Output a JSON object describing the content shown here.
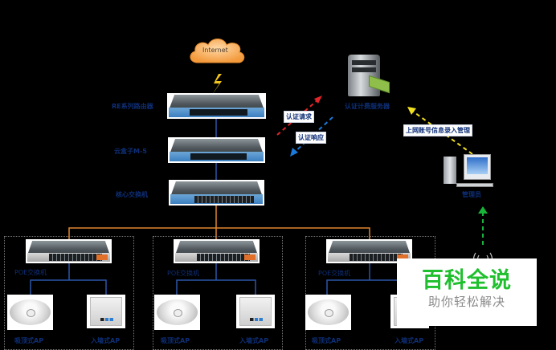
{
  "diagram": {
    "internet_label": "Internet",
    "core": {
      "router_label": "RE系列路由器",
      "cloudbox_label": "云盒子M-5",
      "core_switch_label": "核心交换机"
    },
    "auth_server_label": "认证计费服务器",
    "admin_label": "管理员",
    "flows": {
      "auth_request": "认证请求",
      "auth_response": "认证响应",
      "account_management": "上网账号信息录入管理"
    },
    "groups": [
      {
        "switch_label": "POE交换机",
        "ceiling_ap_label": "吸顶式AP",
        "wall_ap_label": "入墙式AP"
      },
      {
        "switch_label": "POE交换机",
        "ceiling_ap_label": "吸顶式AP",
        "wall_ap_label": "入墙式AP"
      },
      {
        "switch_label": "POE交换机",
        "ceiling_ap_label": "吸顶式AP",
        "wall_ap_label": "入墙式AP"
      }
    ],
    "colors": {
      "link_blue": "#2a56a8",
      "link_orange": "#e0852f",
      "request_red": "#e0262a",
      "response_blue": "#1a7ad9",
      "management_yellow": "#f0e020",
      "wireless_green": "#19b33a",
      "label_navy": "#0e2f78"
    }
  },
  "watermark": {
    "title": "百科全说",
    "subtitle": "助你轻松解决"
  }
}
